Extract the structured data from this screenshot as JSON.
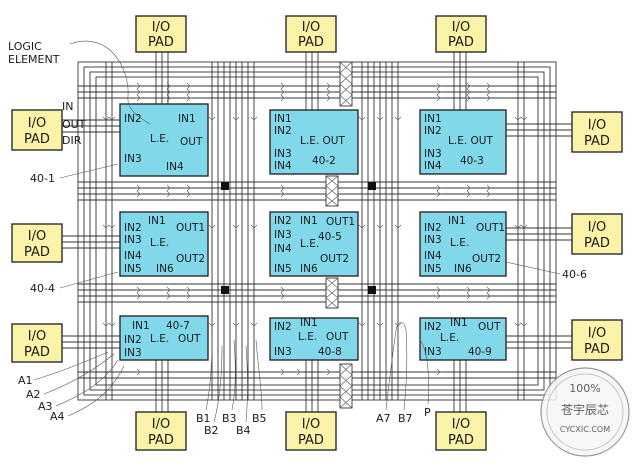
{
  "io_pads": {
    "line1": "I/O",
    "line2": "PAD"
  },
  "logic_element_callout": {
    "line1": "LOGIC",
    "line2": "ELEMENT"
  },
  "pad_pins": {
    "in": "IN",
    "out": "OUT",
    "dir": "DIR"
  },
  "elements": [
    {
      "id": "le1",
      "lines": [
        "IN2",
        "IN1",
        "L.E.",
        "OUT",
        "IN3",
        "IN4"
      ]
    },
    {
      "id": "le2",
      "lines": [
        "IN1",
        "IN2",
        "L.E. OUT",
        "IN3",
        "40-2",
        "IN4"
      ]
    },
    {
      "id": "le3",
      "lines": [
        "IN1",
        "IN2",
        "L.E. OUT",
        "IN3",
        "40-3",
        "IN4"
      ]
    },
    {
      "id": "le4",
      "lines": [
        "IN1",
        "OUT1",
        "IN2",
        "IN3",
        "L.E.",
        "IN4",
        "OUT2",
        "IN5",
        "IN6"
      ]
    },
    {
      "id": "le5",
      "lines": [
        "IN2",
        "IN1",
        "OUT1",
        "IN3",
        "40-5",
        "IN4",
        "L.E.",
        "IN5",
        "IN6",
        "OUT2"
      ]
    },
    {
      "id": "le6",
      "lines": [
        "IN1",
        "OUT1",
        "IN2",
        "IN3",
        "L.E.",
        "IN4",
        "OUT2",
        "IN5",
        "IN6"
      ]
    },
    {
      "id": "le7",
      "lines": [
        "IN1",
        "40-7",
        "IN2",
        "L.E.",
        "OUT",
        "IN3"
      ]
    },
    {
      "id": "le8",
      "lines": [
        "IN2",
        "IN1",
        "L.E.",
        "OUT",
        "IN3",
        "40-8"
      ]
    },
    {
      "id": "le9",
      "lines": [
        "IN2",
        "IN1",
        "OUT",
        "L.E.",
        "IN3",
        "40-9"
      ]
    }
  ],
  "reference_labels": {
    "r40_1": "40-1",
    "r40_4": "40-4",
    "r40_6": "40-6",
    "a1": "A1",
    "a2": "A2",
    "a3": "A3",
    "a4": "A4",
    "b1": "B1",
    "b2": "B2",
    "b3": "B3",
    "b4": "B4",
    "b5": "B5",
    "a7": "A7",
    "b7": "B7",
    "p": "P"
  },
  "stamp": {
    "percent": "100%",
    "name": "苍宇辰芯",
    "site": "CYCXIC.COM"
  },
  "colors": {
    "pad_fill": "#fbf3a7",
    "element_fill": "#80d8ea",
    "line": "#333333"
  }
}
